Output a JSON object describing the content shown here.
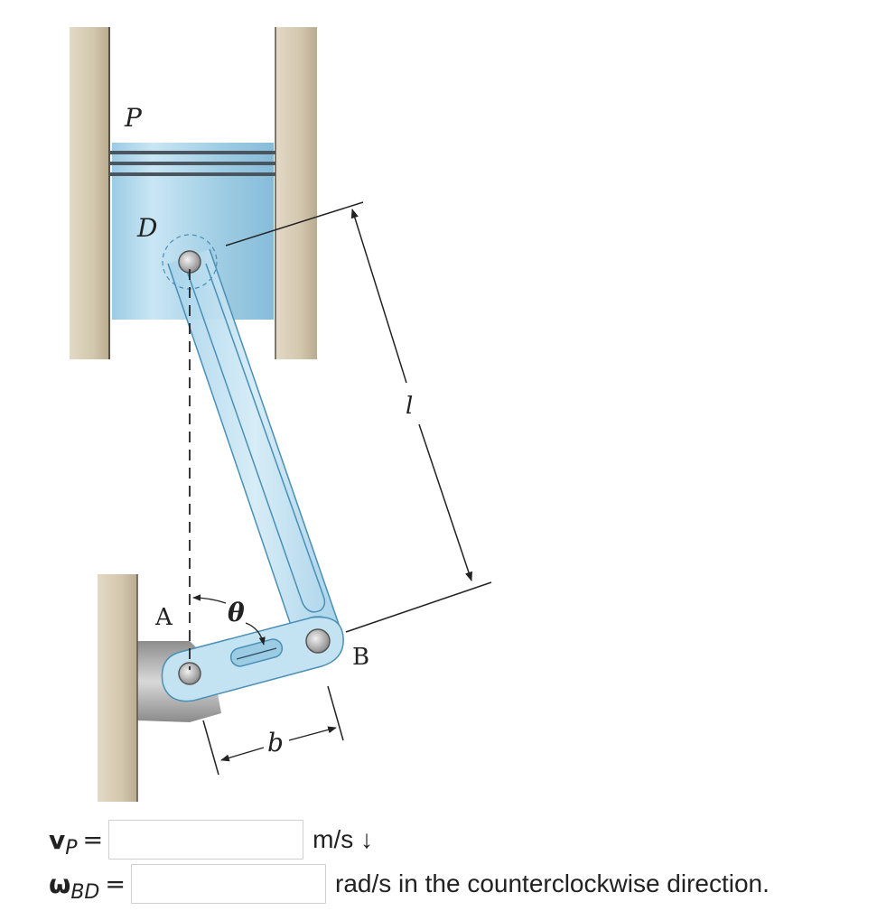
{
  "figure": {
    "labels": {
      "piston": "P",
      "pin_d": "D",
      "pin_a": "A",
      "pin_b": "B",
      "angle": "θ",
      "length_l": "l",
      "length_b": "b"
    },
    "colors": {
      "wall": "#d8cdb8",
      "wall_dark": "#b9ab90",
      "piston": "#a9d2e8",
      "rod": "#bfe0f0",
      "outline": "#4a8fb5",
      "ring": "#4a5560",
      "bracket": "#9a9a9a"
    }
  },
  "form": {
    "vp": {
      "symbol": "v",
      "subscript": "P",
      "equals": "=",
      "value": "",
      "unit": "m/s ↓"
    },
    "omega": {
      "symbol": "ω",
      "subscript": "BD",
      "equals": "=",
      "value": "",
      "unit": "rad/s in the counterclockwise direction."
    }
  }
}
